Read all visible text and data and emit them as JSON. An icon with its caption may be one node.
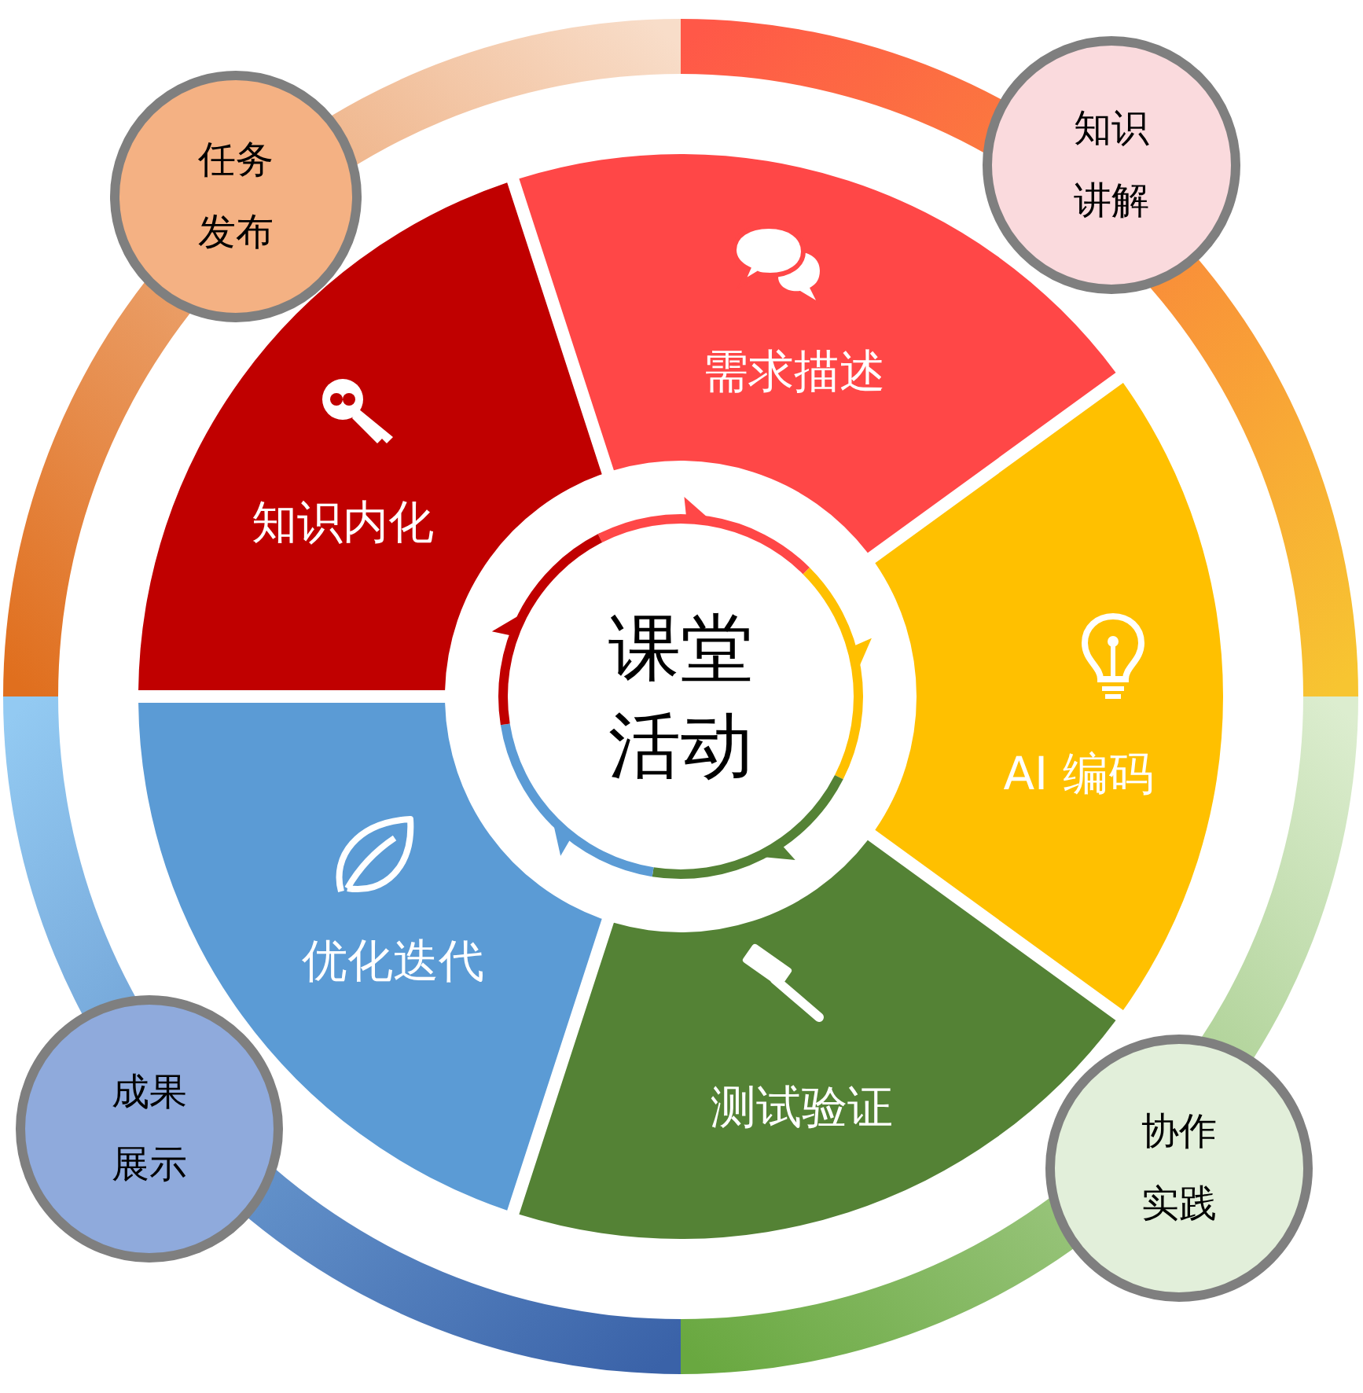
{
  "diagram": {
    "nodes": [
      {
        "text": [
          "任务发布"
        ]
      },
      {
        "text": [
          "知识讲解"
        ]
      },
      {
        "text": [
          "知识内化"
        ]
      },
      {
        "text": [
          "需求描述"
        ]
      },
      {
        "text": [
          "课堂活动"
        ]
      },
      {
        "text": [
          "AI 编码"
        ]
      },
      {
        "text": [
          "优化迭代"
        ]
      },
      {
        "text": [
          "测试验证"
        ]
      },
      {
        "text": [
          "成果展示"
        ]
      },
      {
        "text": [
          "协作实践"
        ]
      }
    ]
  }
}
